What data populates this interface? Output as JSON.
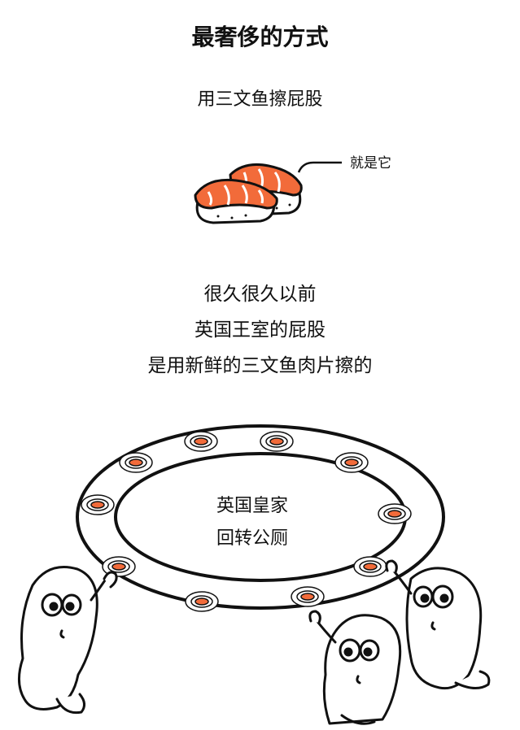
{
  "title": "最奢侈的方式",
  "subtitle": "用三文鱼擦屁股",
  "callout": "就是它",
  "story": {
    "line1": "很久很久以前",
    "line2": "英国王室的屁股",
    "line3": "是用新鲜的三文鱼肉片擦的"
  },
  "toilet": {
    "line1": "英国皇家",
    "line2": "回转公厕"
  },
  "colors": {
    "salmon": "#f26b3a",
    "ink": "#111111"
  }
}
